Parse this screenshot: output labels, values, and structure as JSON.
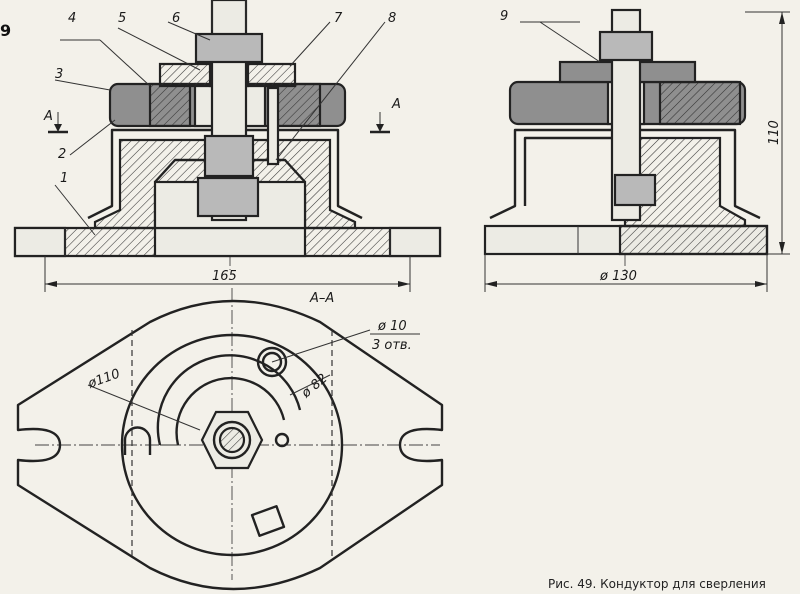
{
  "figure": {
    "number": "9",
    "caption": "Рис. 49. Кондуктор для сверления"
  },
  "callouts": [
    "1",
    "2",
    "3",
    "4",
    "5",
    "6",
    "7",
    "8",
    "9"
  ],
  "section": {
    "marker": "A",
    "title": "A–A"
  },
  "dimensions": {
    "width_base": "165",
    "diameter_side": "ø 130",
    "height": "110",
    "hole_diameter": "ø 10",
    "hole_count": "3 отв.",
    "outer_circle": "ø110",
    "inner_circle": "ø 82"
  }
}
